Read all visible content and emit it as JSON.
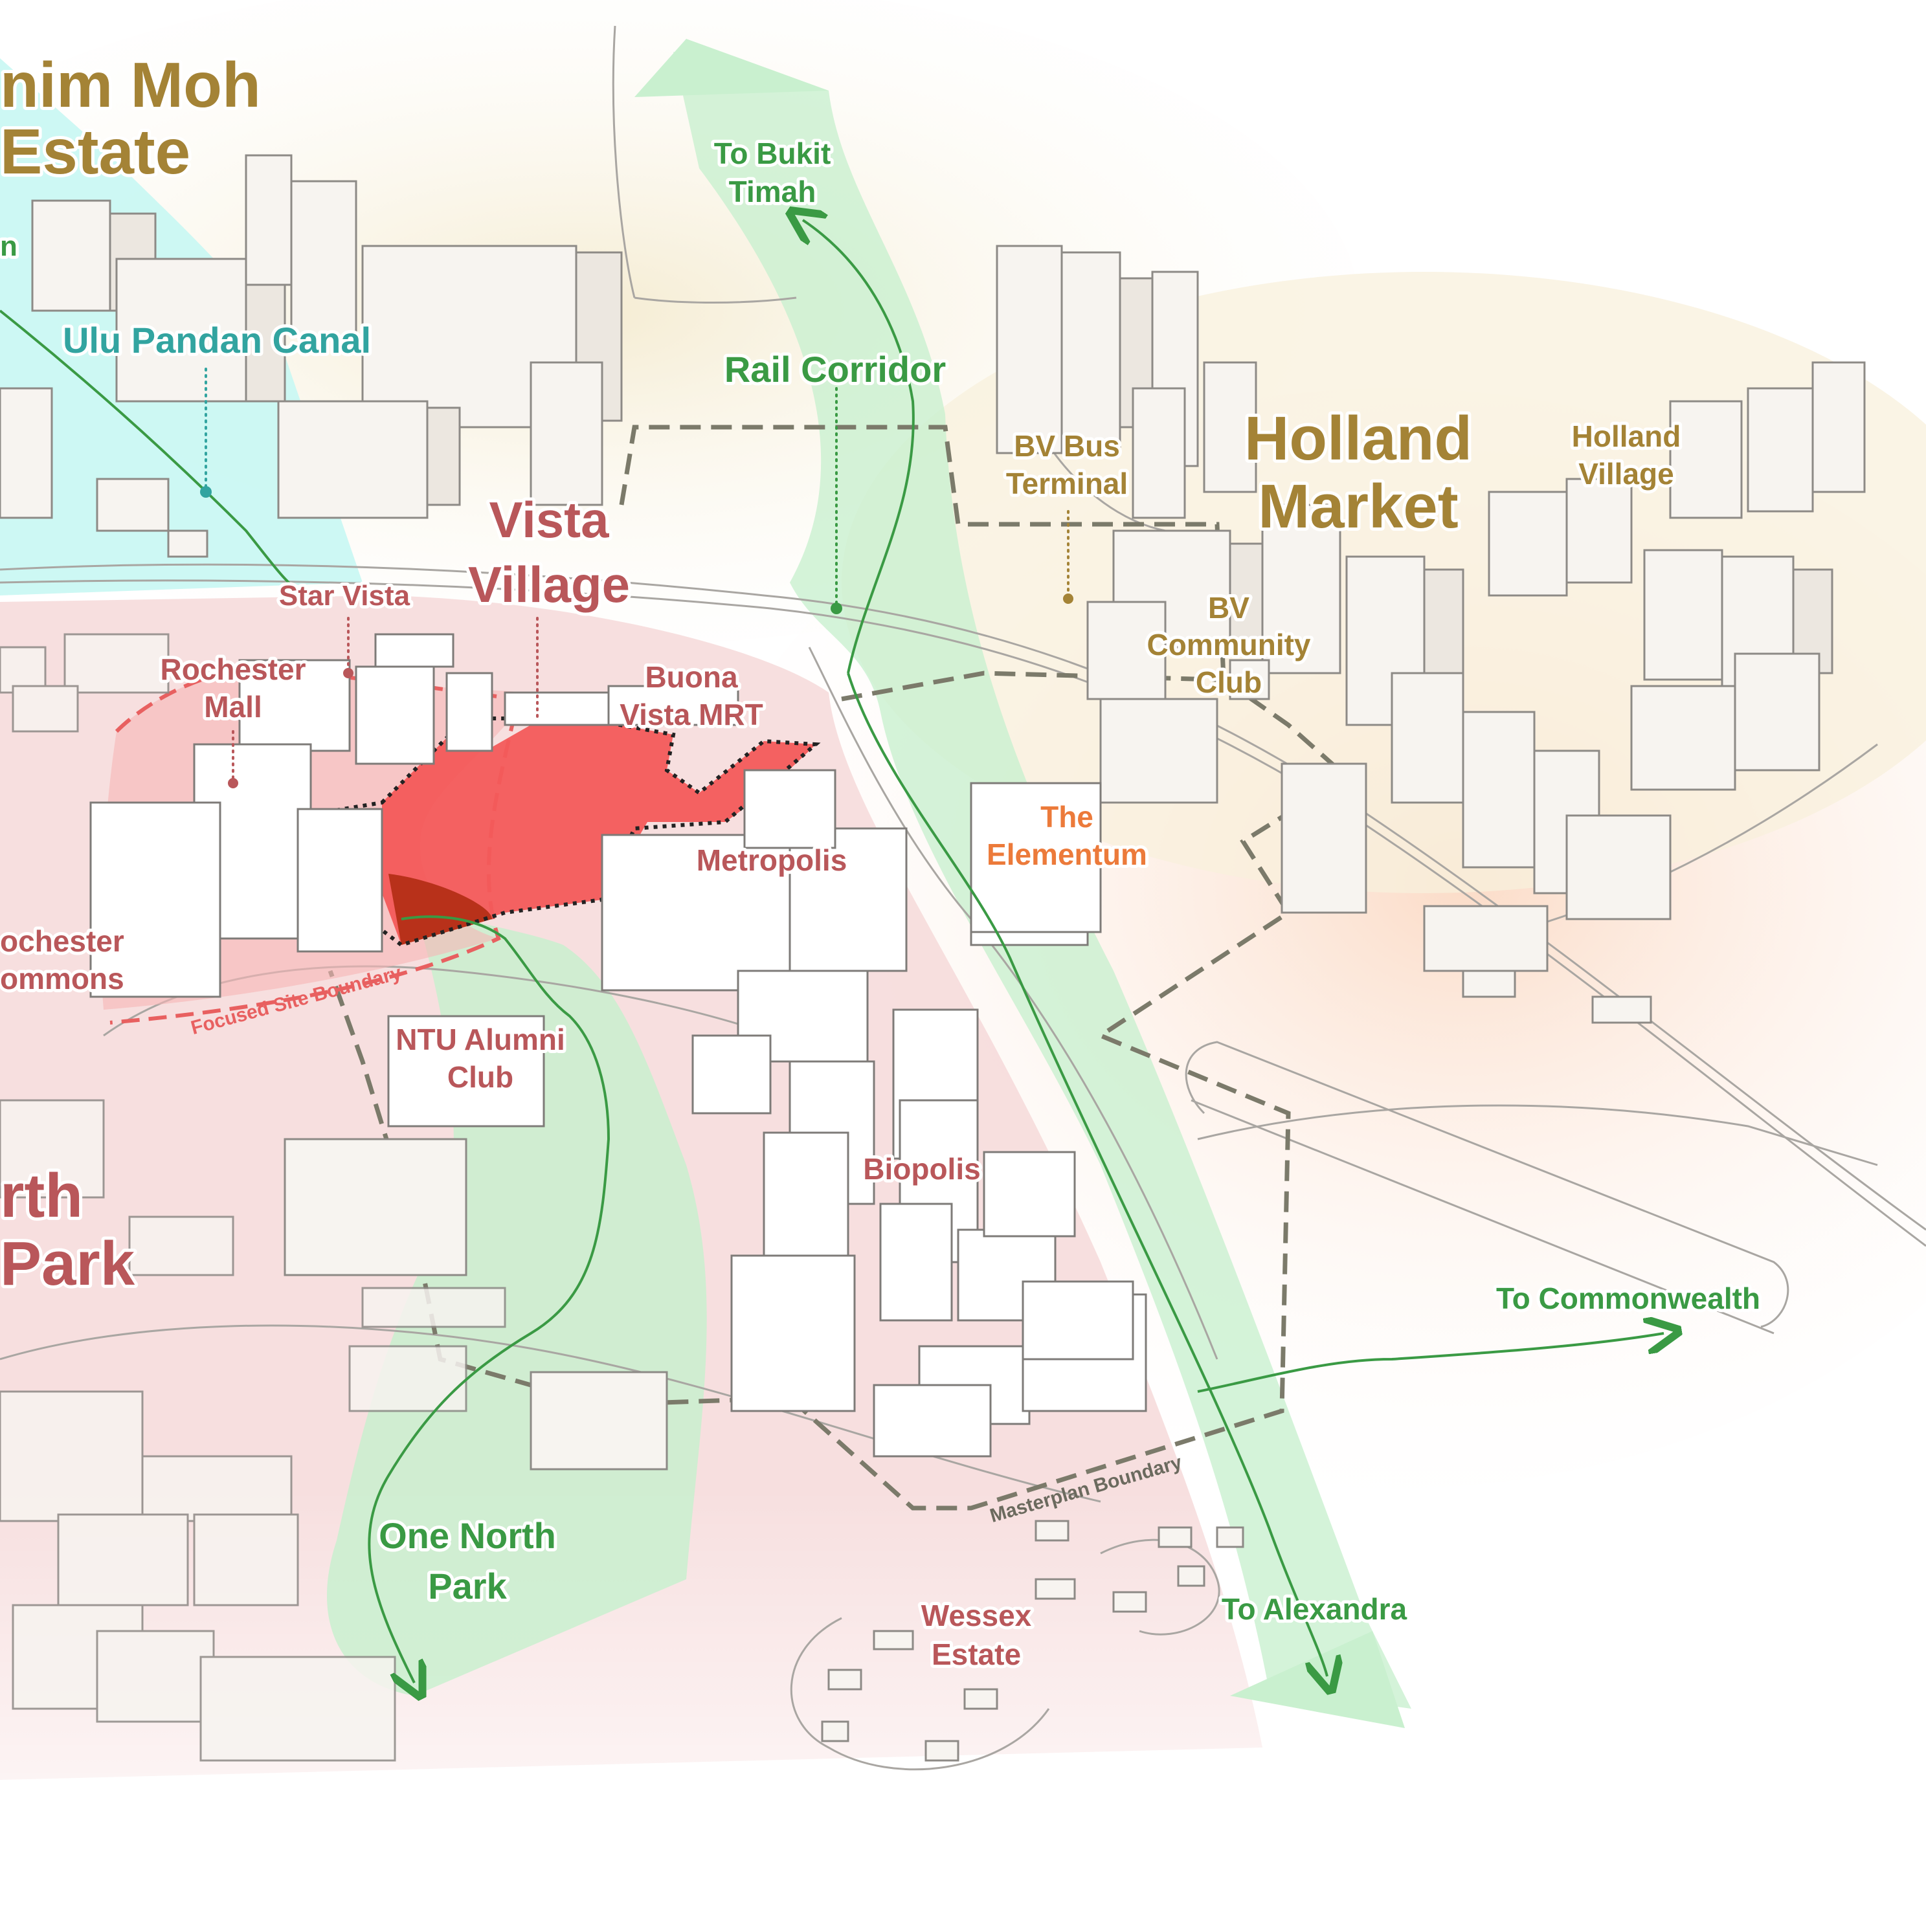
{
  "labels": {
    "ghim_moh_1": "nim Moh",
    "ghim_moh_2": "Estate",
    "edge_n": "n",
    "ulu_pandan": "Ulu Pandan Canal",
    "to_bukit_1": "To Bukit",
    "to_bukit_2": "Timah",
    "rail_corridor": "Rail Corridor",
    "bv_bus_1": "BV Bus",
    "bv_bus_2": "Terminal",
    "holland_market_1": "Holland",
    "holland_market_2": "Market",
    "holland_village_1": "Holland",
    "holland_village_2": "Village",
    "vista_village_1": "Vista",
    "vista_village_2": "Village",
    "star_vista": "Star Vista",
    "rochester_mall_1": "Rochester",
    "rochester_mall_2": "Mall",
    "buona_vista_1": "Buona",
    "buona_vista_2": "Vista MRT",
    "bv_cc_1": "BV",
    "bv_cc_2": "Community",
    "bv_cc_3": "Club",
    "the_elementum_1": "The",
    "the_elementum_2": "Elementum",
    "metropolis": "Metropolis",
    "rochester_commons_1": "ochester",
    "rochester_commons_2": "ommons",
    "focused_site_boundary": "Focused Site  Boundary",
    "ntu_alumni_1": "NTU Alumni",
    "ntu_alumni_2": "Club",
    "one_north_park_1": "rth",
    "one_north_park_2": "Park",
    "biopolis": "Biopolis",
    "to_commonwealth": "To Commonwealth",
    "masterplan_boundary": "Masterplan Boundary",
    "one_north_park_green_1": "One North",
    "one_north_park_green_2": "Park",
    "wessex_1": "Wessex",
    "wessex_2": "Estate",
    "to_alexandra": "To Alexandra"
  },
  "colors": {
    "district_brown": "#a48336",
    "district_red": "#b9575a",
    "green_label": "#3a9a44",
    "canal_teal": "#32a4a0",
    "elementum_orange": "#ec7a3a",
    "site_red": "#f35a5a",
    "rail_green": "#c9f0cf",
    "canal_fill": "#c8f7f3",
    "zone_pink": "#f6d9d9",
    "zone_beige": "#f8f0dc"
  },
  "icons": {
    "route_arrow": "arrow-icon"
  }
}
